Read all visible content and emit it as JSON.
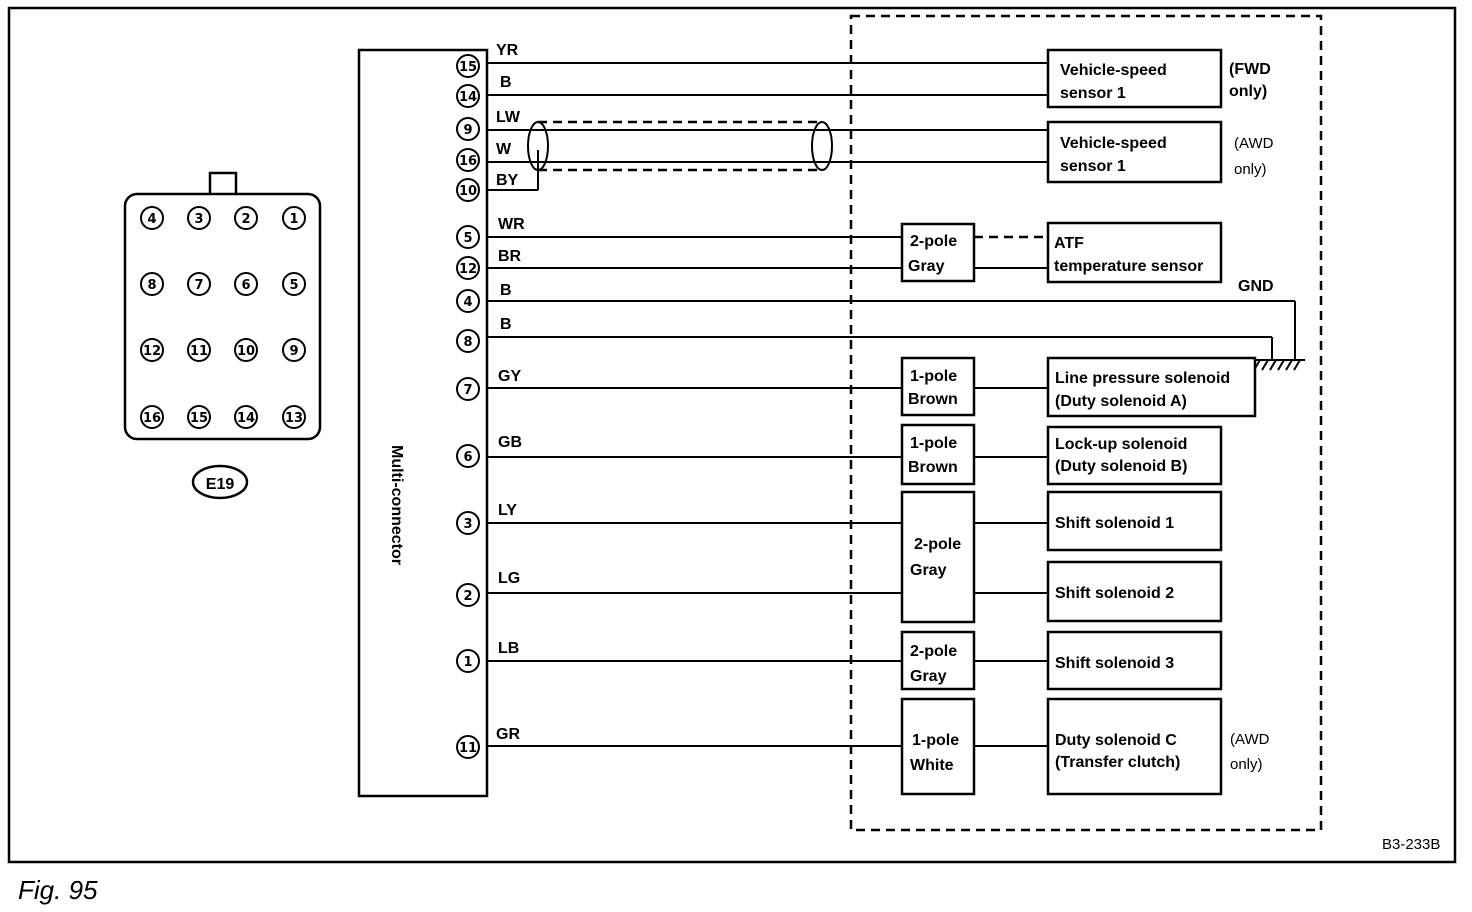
{
  "connector_name": "E19",
  "connector_face_rows": [
    [
      "4",
      "3",
      "2",
      "1"
    ],
    [
      "8",
      "7",
      "6",
      "5"
    ],
    [
      "12",
      "11",
      "10",
      "9"
    ],
    [
      "16",
      "15",
      "14",
      "13"
    ]
  ],
  "multi_connector_label": "Multi-connector",
  "wires": [
    {
      "pin": "15",
      "color": "YR"
    },
    {
      "pin": "14",
      "color": "B"
    },
    {
      "pin": "9",
      "color": "LW"
    },
    {
      "pin": "16",
      "color": "W"
    },
    {
      "pin": "10",
      "color": "BY"
    },
    {
      "pin": "5",
      "color": "WR"
    },
    {
      "pin": "12",
      "color": "BR"
    },
    {
      "pin": "4",
      "color": "B"
    },
    {
      "pin": "8",
      "color": "B"
    },
    {
      "pin": "7",
      "color": "GY"
    },
    {
      "pin": "6",
      "color": "GB"
    },
    {
      "pin": "3",
      "color": "LY"
    },
    {
      "pin": "2",
      "color": "LG"
    },
    {
      "pin": "1",
      "color": "LB"
    },
    {
      "pin": "11",
      "color": "GR"
    }
  ],
  "mid_connectors": [
    {
      "line1": "2-pole",
      "line2": "Gray"
    },
    {
      "line1": "1-pole",
      "line2": "Brown"
    },
    {
      "line1": "1-pole",
      "line2": "Brown"
    },
    {
      "line1": "2-pole",
      "line2": "Gray"
    },
    {
      "line1": "2-pole",
      "line2": "Gray"
    },
    {
      "line1": "1-pole",
      "line2": "White"
    }
  ],
  "components": [
    {
      "line1": "Vehicle-speed",
      "line2": "sensor 1"
    },
    {
      "line1": "Vehicle-speed",
      "line2": "sensor 1"
    },
    {
      "line1": "ATF",
      "line2": "temperature sensor"
    },
    {
      "line1": "Line pressure solenoid",
      "line2": "(Duty solenoid A)"
    },
    {
      "line1": "Lock-up solenoid",
      "line2": "(Duty solenoid B)"
    },
    {
      "line1": "Shift solenoid 1",
      "line2": ""
    },
    {
      "line1": "Shift solenoid 2",
      "line2": ""
    },
    {
      "line1": "Shift solenoid 3",
      "line2": ""
    },
    {
      "line1": "Duty solenoid C",
      "line2": "(Transfer clutch)"
    }
  ],
  "notes": [
    {
      "line1": "(FWD",
      "line2": "only)"
    },
    {
      "line1": "(AWD",
      "line2": "only)"
    },
    {
      "line1": "(AWD",
      "line2": "only)"
    }
  ],
  "ground_label": "GND",
  "ref_code": "B3-233B",
  "figure_caption": "Fig.  95"
}
